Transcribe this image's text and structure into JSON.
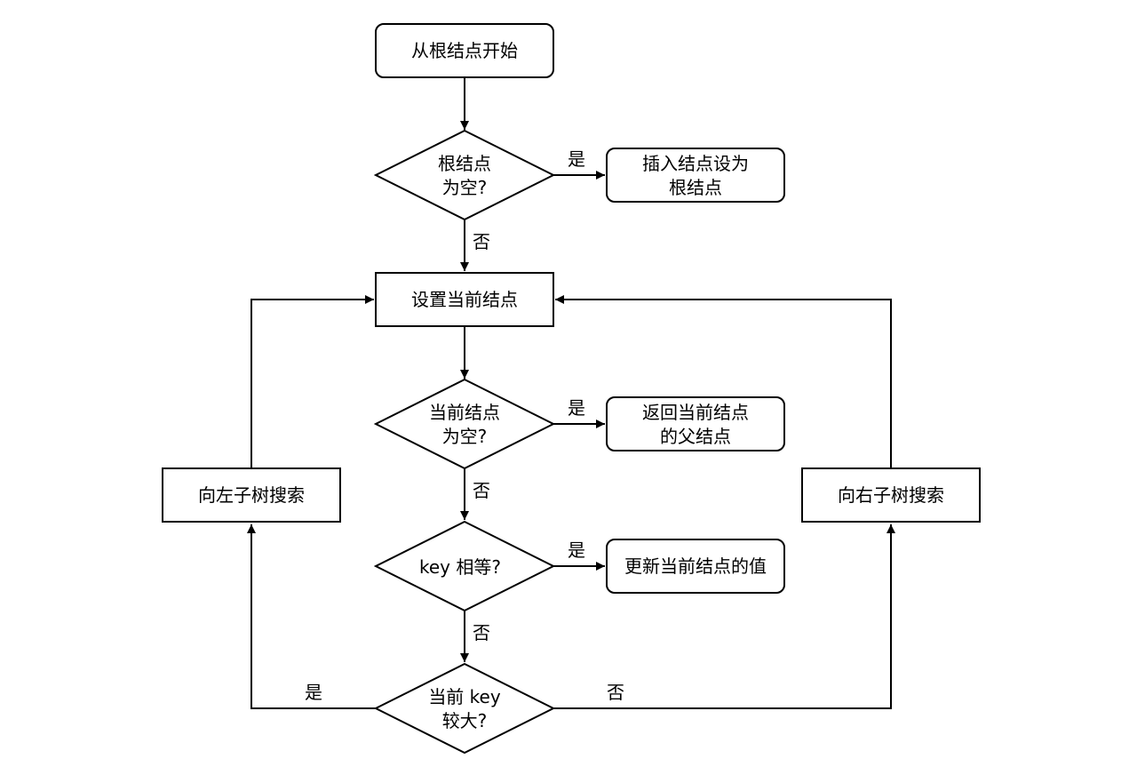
{
  "nodes": {
    "start": "从根结点开始",
    "root_empty": [
      "根结点",
      "为空?"
    ],
    "set_root": [
      "插入结点设为",
      "根结点"
    ],
    "set_current": "设置当前结点",
    "current_empty": [
      "当前结点",
      "为空?"
    ],
    "return_parent": [
      "返回当前结点",
      "的父结点"
    ],
    "key_equal": "key 相等?",
    "update_value": "更新当前结点的值",
    "key_greater": [
      "当前 key",
      "较大?"
    ],
    "search_left": "向左子树搜索",
    "search_right": "向右子树搜索"
  },
  "edges": {
    "yes": "是",
    "no": "否"
  }
}
